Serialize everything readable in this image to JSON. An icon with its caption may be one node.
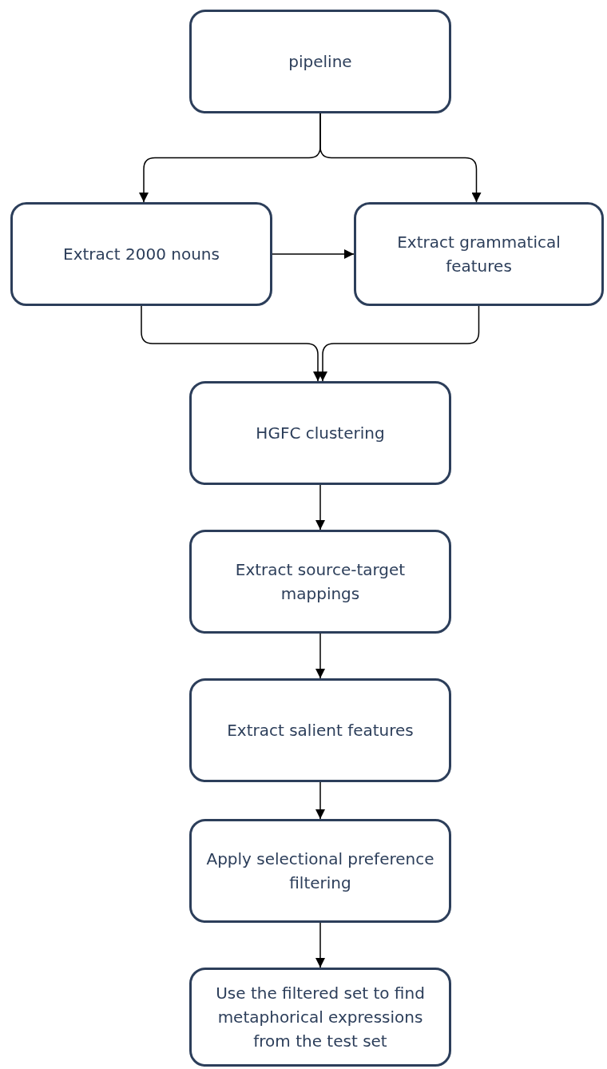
{
  "diagram": {
    "nodes": [
      {
        "text": [
          "pipeline"
        ]
      },
      {
        "text": [
          "Extract 2000 nouns"
        ]
      },
      {
        "text": [
          "Extract grammatical features"
        ]
      },
      {
        "text": [
          "HGFC clustering"
        ]
      },
      {
        "text": [
          "Extract source-target mappings"
        ]
      },
      {
        "text": [
          "Extract salient features"
        ]
      },
      {
        "text": [
          "Apply selectional preference filtering"
        ]
      },
      {
        "text": [
          "Use the filtered set to find metaphorical expressions from the test set"
        ]
      }
    ],
    "edges": [
      {
        "from": 0,
        "to": 1,
        "arrow": "to"
      },
      {
        "from": 0,
        "to": 2,
        "arrow": "to"
      },
      {
        "from": 1,
        "to": 2,
        "arrow": "to"
      },
      {
        "from": 1,
        "to": 3,
        "arrow": "to"
      },
      {
        "from": 2,
        "to": 3,
        "arrow": "to"
      },
      {
        "from": 3,
        "to": 4,
        "arrow": "to"
      },
      {
        "from": 4,
        "to": 5,
        "arrow": "to"
      },
      {
        "from": 5,
        "to": 6,
        "arrow": "to"
      },
      {
        "from": 6,
        "to": 7,
        "arrow": "to"
      }
    ]
  }
}
